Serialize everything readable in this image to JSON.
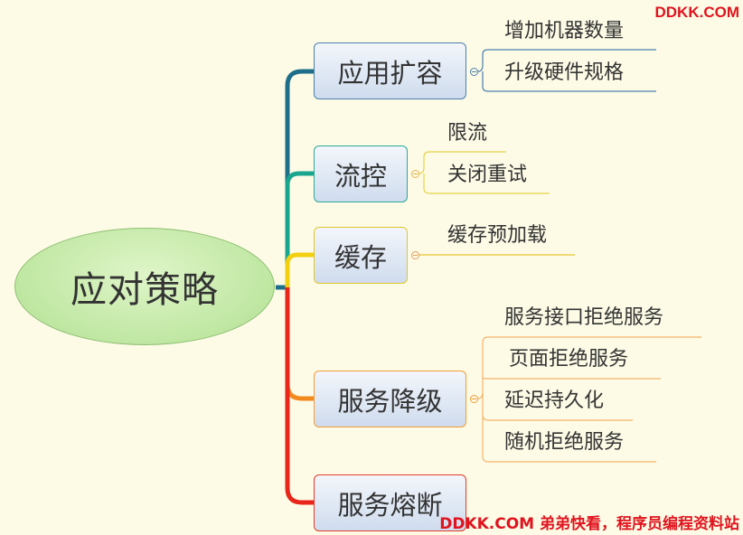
{
  "root": {
    "label": "应对策略"
  },
  "branches": {
    "scale": {
      "label": "应用扩容",
      "color": "#1f6f8b",
      "children": [
        "增加机器数量",
        "升级硬件规格"
      ]
    },
    "flow": {
      "label": "流控",
      "color": "#1aa58f",
      "children": [
        "限流",
        "关闭重试"
      ]
    },
    "cache": {
      "label": "缓存",
      "color": "#f2d010",
      "children": [
        "缓存预加载"
      ]
    },
    "degrade": {
      "label": "服务降级",
      "color": "#f28a1e",
      "children": [
        "服务接口拒绝服务",
        "页面拒绝服务",
        "延迟持久化",
        "随机拒绝服务"
      ]
    },
    "fuse": {
      "label": "服务熔断",
      "color": "#e8261a"
    }
  },
  "watermark": {
    "top": "DDKK.COM",
    "bottom": "DDKK.COM 弟弟快看，程序员编程资料站"
  }
}
